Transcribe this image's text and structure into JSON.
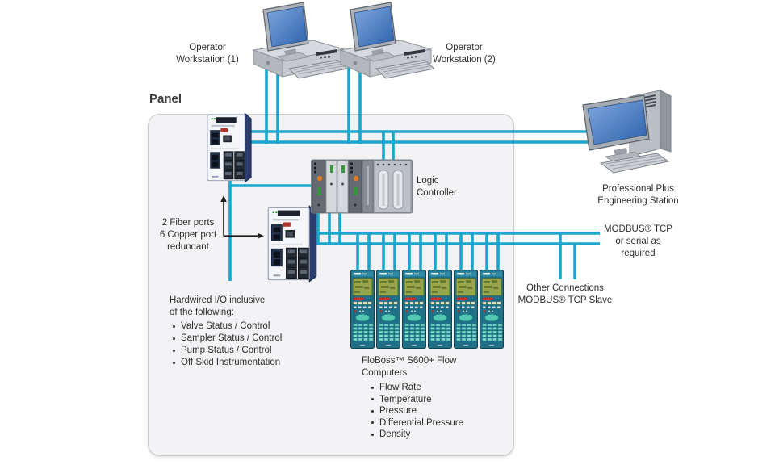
{
  "panel": {
    "label": "Panel"
  },
  "labels": {
    "operator_ws1": [
      "Operator",
      "Workstation (1)"
    ],
    "operator_ws2": [
      "Operator",
      "Workstation (2)"
    ],
    "logic_controller": [
      "Logic",
      "Controller"
    ],
    "switch_note": [
      "2 Fiber ports",
      "6 Copper port",
      "redundant"
    ],
    "hardwired_title": [
      "Hardwired I/O inclusive",
      "of the following:"
    ],
    "hardwired_items": [
      "Valve Status / Control",
      "Sampler Status / Control",
      "Pump Status / Control",
      "Off Skid Instrumentation"
    ],
    "floboss_title": [
      "FloBoss™ S600+ Flow",
      "Computers"
    ],
    "floboss_items": [
      "Flow Rate",
      "Temperature",
      "Pressure",
      "Differential Pressure",
      "Density"
    ],
    "engineering_station": [
      "Professional Plus",
      "Engineering Station"
    ],
    "modbus_note": [
      "MODBUS® TCP",
      "or serial as",
      "required"
    ],
    "other_connections": [
      "Other  Connections",
      "MODBUS® TCP Slave"
    ]
  },
  "equipment": {
    "operator_workstations": 2,
    "ethernet_switches": 2,
    "flow_computers": 6
  },
  "colors": {
    "connection": "#1ba7cd",
    "panel_fill": "#f3f3f5",
    "panel_border": "#c9c9cd",
    "text": "#2d2d2d",
    "arrow": "#1c1c1c",
    "switch_navy": "#2c3c6e",
    "flow_computer_teal": "#1f7086",
    "lcd_green": "#98a64b",
    "screen_blue": "#3f6fb5",
    "module_orange": "#e07a1e",
    "module_green": "#37953f"
  }
}
